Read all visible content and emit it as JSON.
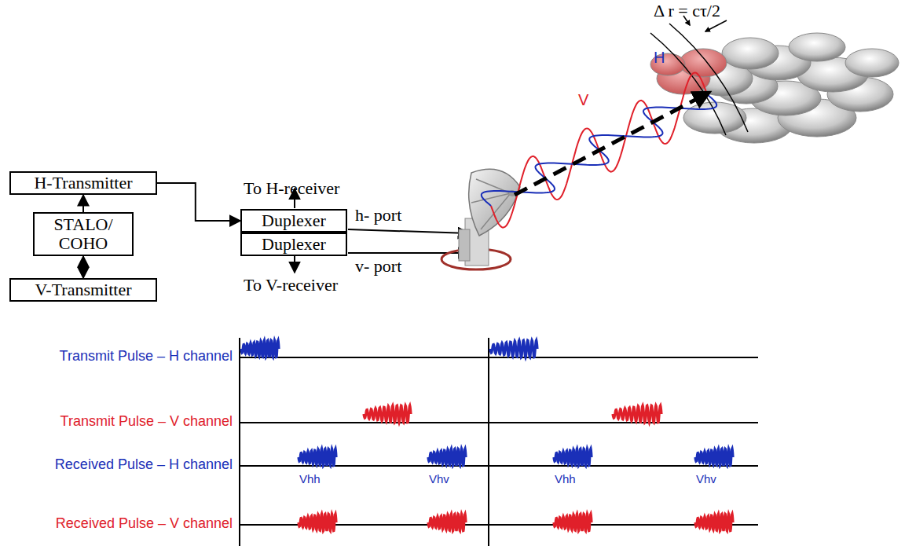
{
  "diagram": {
    "nodes": [
      {
        "text": [
          "H-Transmitter"
        ]
      },
      {
        "text": [
          "STALO/ COHO"
        ]
      },
      {
        "text": [
          "V-Transmitter"
        ]
      },
      {
        "text": [
          "Duplexer"
        ]
      },
      {
        "text": [
          "Duplexer"
        ]
      }
    ],
    "edges": [
      {
        "from": 1,
        "to": 0,
        "arrow": "to"
      },
      {
        "from": 1,
        "to": 2,
        "arrow": "to"
      },
      {
        "from": 0,
        "to": 3,
        "arrow": "to"
      },
      {
        "from": 2,
        "to": 4,
        "arrow": "to"
      }
    ],
    "labels": [
      "Δ r = cτ/2",
      "V",
      "H",
      "To H-receiver",
      "h- port",
      "v- port",
      "To V-receiver",
      "Transmit Pulse – H channel",
      "Transmit Pulse – V channel",
      "Received Pulse – H channel",
      "Received Pulse – V channel",
      "Vhh",
      "Vhv",
      "Vhh",
      "Vhv"
    ]
  }
}
